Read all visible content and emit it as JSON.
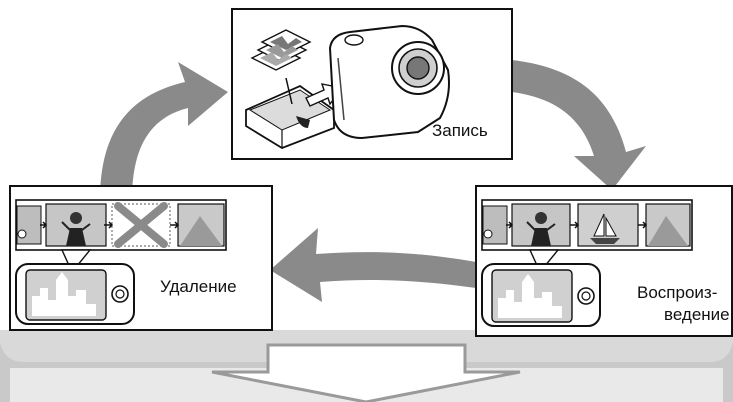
{
  "labels": {
    "record": "Запись",
    "delete": "Удаление",
    "playback_line1": "Воспроиз-",
    "playback_line2": "ведение"
  },
  "colors": {
    "arrow": "#8a8a8a",
    "box_border": "#111111",
    "band_outer": "#d6d6d6",
    "band_inner": "#ffffff"
  }
}
